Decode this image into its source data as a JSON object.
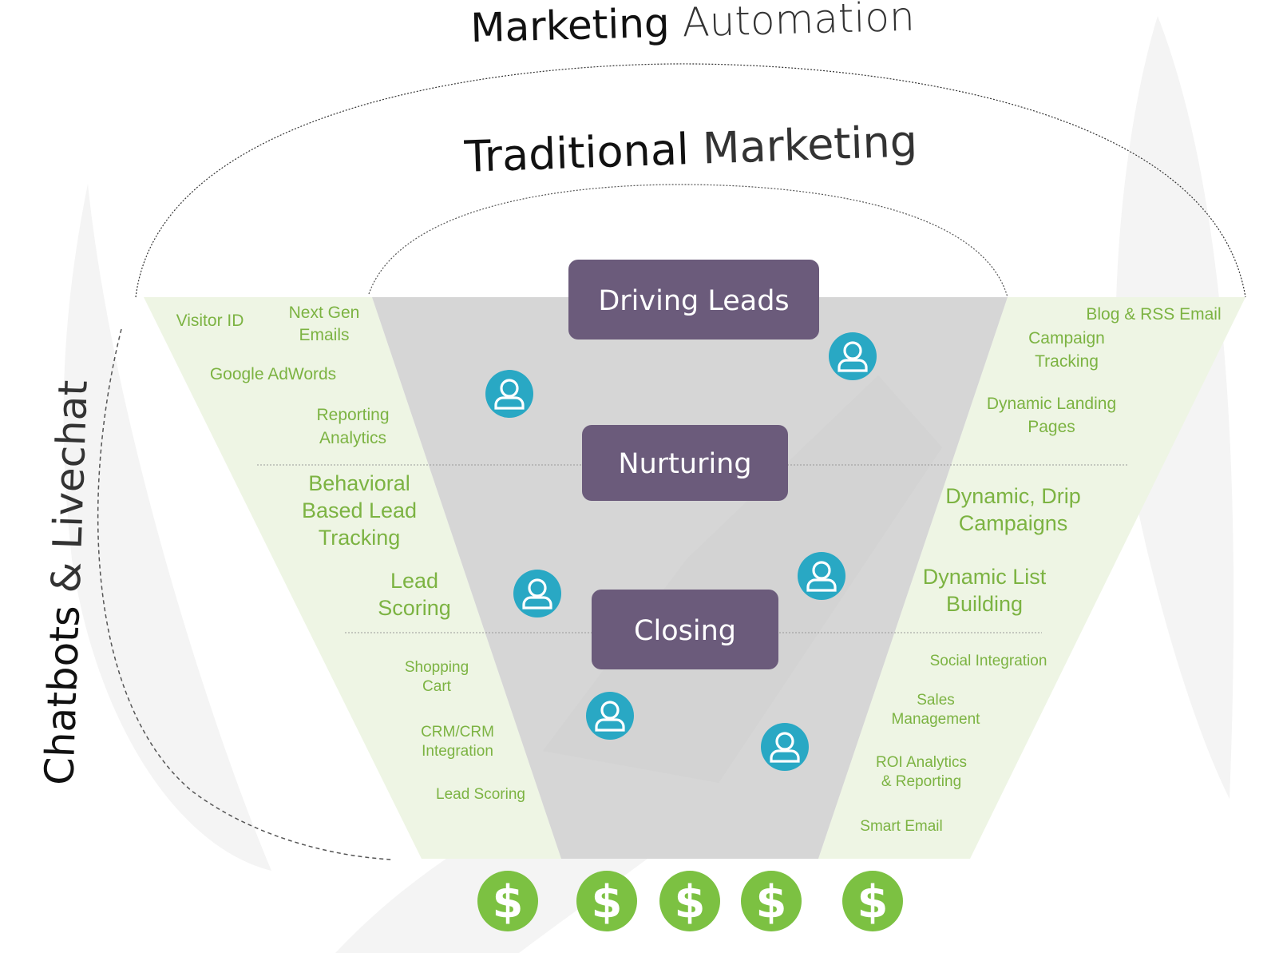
{
  "titles": {
    "automation_bold": "Marketing",
    "automation_light": "Automation",
    "traditional_bold": "Traditional",
    "traditional_light": "Marketing",
    "side_bold": "Chatbots",
    "side_light": "& Livechat"
  },
  "stages": [
    "Driving Leads",
    "Nurturing",
    "Closing"
  ],
  "left_labels": {
    "visitor_id": "Visitor ID",
    "next_gen": [
      "Next Gen",
      "Emails"
    ],
    "adwords": "Google AdWords",
    "reporting": [
      "Reporting",
      "Analytics"
    ],
    "behavioral": [
      "Behavioral",
      "Based Lead",
      "Tracking"
    ],
    "lead_scoring_mid": [
      "Lead",
      "Scoring"
    ],
    "shopping_cart": [
      "Shopping",
      "Cart"
    ],
    "crm": [
      "CRM/CRM",
      "Integration"
    ],
    "lead_scoring_bottom": "Lead Scoring"
  },
  "right_labels": {
    "blog": "Blog & RSS Email",
    "campaign": [
      "Campaign",
      "Tracking"
    ],
    "landing": [
      "Dynamic Landing",
      "Pages"
    ],
    "drip": [
      "Dynamic, Drip",
      "Campaigns"
    ],
    "list": [
      "Dynamic List",
      "Building"
    ],
    "social": "Social Integration",
    "sales": [
      "Sales",
      "Management"
    ],
    "roi": [
      "ROI Analytics",
      "& Reporting"
    ],
    "smart_email": "Smart Email"
  },
  "icons": {
    "person": "user-icon",
    "money": "dollar-coin-icon",
    "dollar_symbol": "$"
  },
  "colors": {
    "stage_box": "#6b5b7b",
    "person_circle": "#29a8c4",
    "coin": "#7cc142",
    "label_green": "#7cb342",
    "funnel_gray": "#d6d6d6",
    "side_green": "#eef5e4"
  }
}
